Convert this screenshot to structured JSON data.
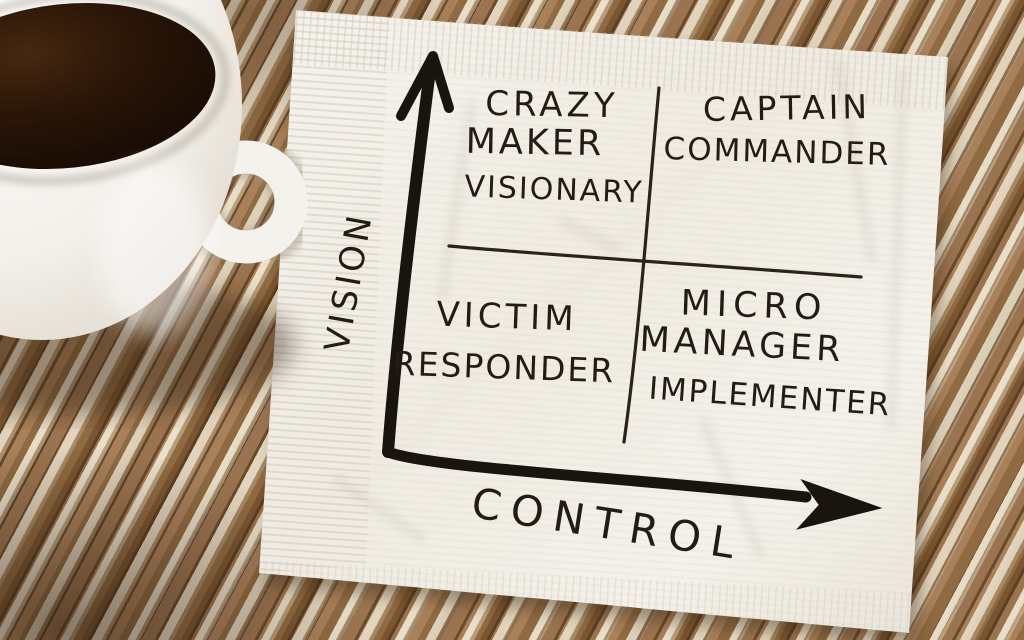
{
  "diagram": {
    "axes": {
      "y_label": "VISION",
      "x_label": "CONTROL"
    },
    "quadrants": {
      "top_left": {
        "lines": [
          "CRAZY",
          "MAKER",
          "VISIONARY"
        ]
      },
      "top_right": {
        "lines": [
          "CAPTAIN",
          "COMMANDER"
        ]
      },
      "bottom_left": {
        "lines": [
          "VICTIM",
          "RESPONDER"
        ]
      },
      "bottom_right": {
        "lines": [
          "MICRO",
          "MANAGER",
          "IMPLEMENTER"
        ]
      }
    }
  },
  "colors": {
    "ink": "#221c15",
    "napkin": "#f2efe8",
    "coffee": "#1b0d05",
    "wood_brown": "#8f6a42",
    "paint_cream": "#e8ddc4"
  }
}
